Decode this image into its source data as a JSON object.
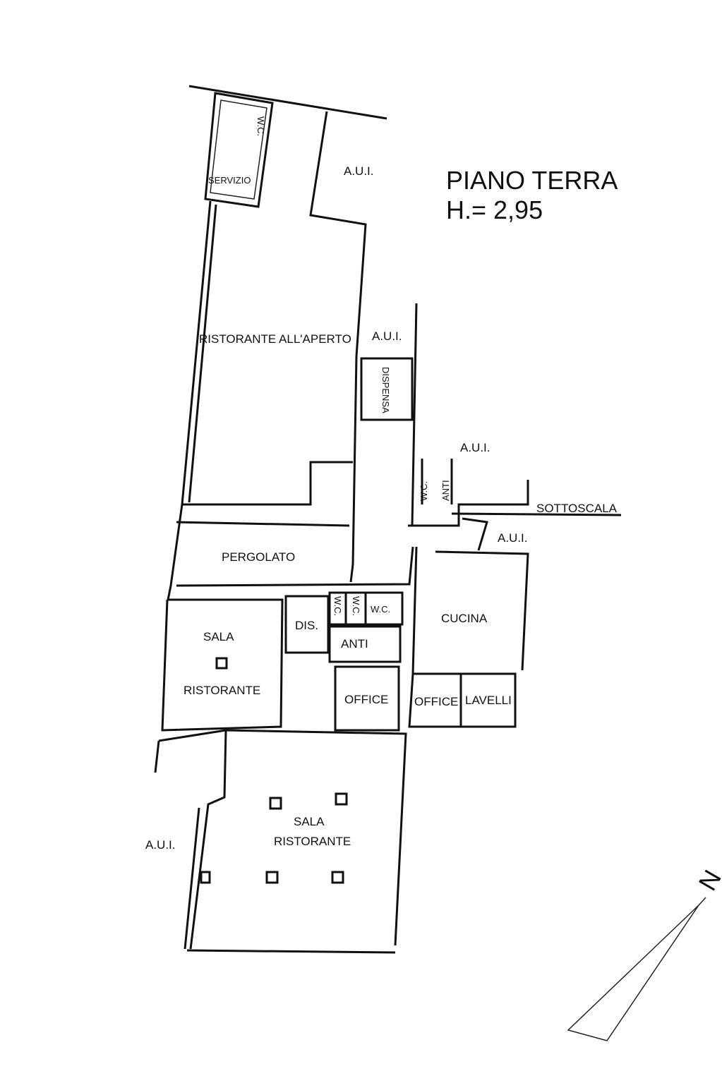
{
  "title": {
    "floor": "PIANO TERRA",
    "height": "H.= 2,95"
  },
  "rooms": {
    "servizio": "SERVIZIO",
    "servizio_wc": "W.C.",
    "aui_top": "A.U.I.",
    "ristorante_aperto": "RISTORANTE ALL'APERTO",
    "aui_mid": "A.U.I.",
    "dispensa": "DISPENSA",
    "aui_right": "A.U.I.",
    "wc_right": "W.C.",
    "anti_right": "ANTI",
    "sottoscala": "SOTTOSCALA",
    "aui_cucina": "A.U.I.",
    "pergolato": "PERGOLATO",
    "cucina": "CUCINA",
    "sala_ristorante_1": "SALA RISTORANTE",
    "dis": "DIS.",
    "wc_1": "W.C.",
    "wc_2": "W.C.",
    "wc_3": "W.C.",
    "anti": "ANTI",
    "office_1": "OFFICE",
    "office_2": "OFFICE",
    "lavelli": "LAVELLI",
    "sala_ristorante_2": "SALA RISTORANTE",
    "aui_bottom": "A.U.I."
  },
  "north_arrow": {
    "label": "N"
  }
}
